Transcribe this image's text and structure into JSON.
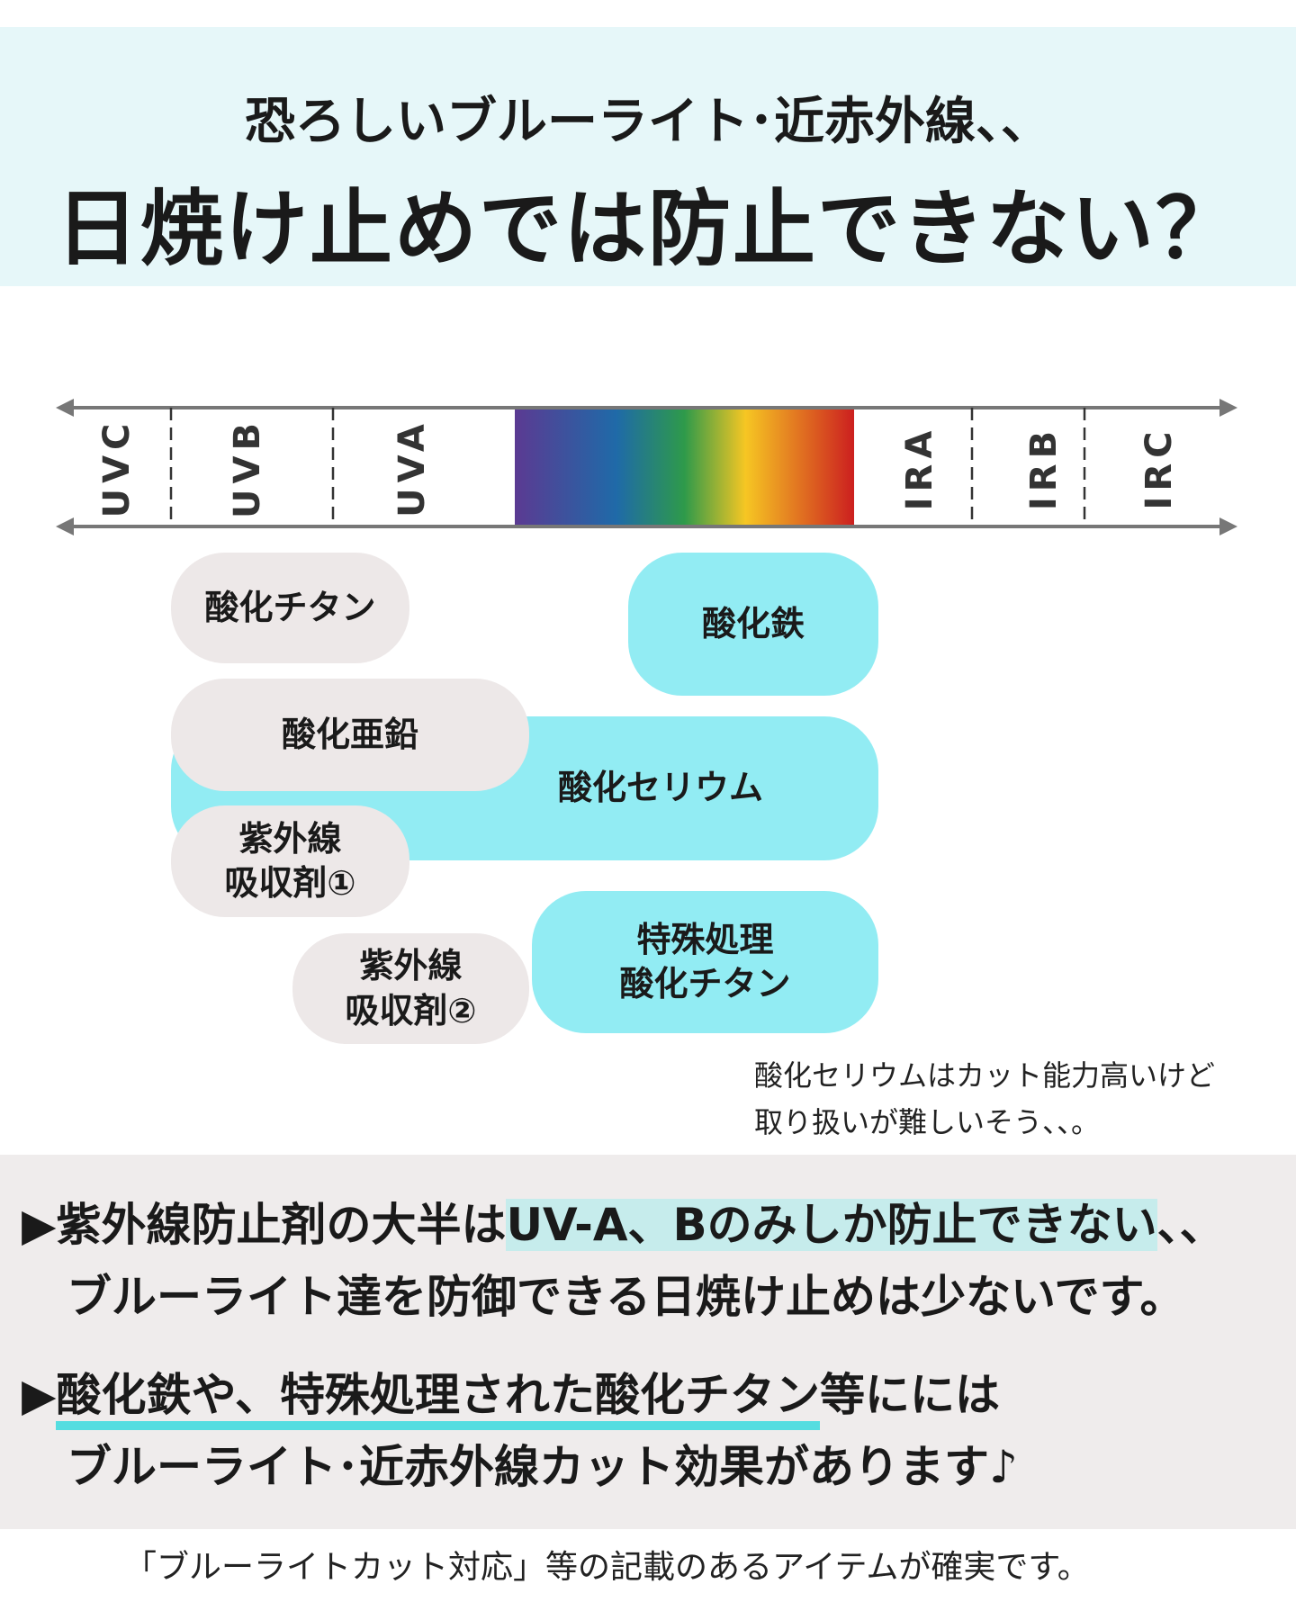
{
  "header": {
    "line1": "恐ろしいブルーライト･近赤外線、、",
    "line2": "日焼け止めでは防止できない？"
  },
  "spectrum": {
    "labels": [
      "UVC",
      "UVB",
      "UVA",
      "IRA",
      "IRB",
      "IRC"
    ],
    "colors": [
      "#5b3a92",
      "#1f6aa8",
      "#2e9a4a",
      "#f6c623",
      "#cc1f1f"
    ]
  },
  "pills": {
    "titanium": "酸化チタン",
    "iron": "酸化鉄",
    "zinc": "酸化亜鉛",
    "cerium": "酸化セリウム",
    "absorber1_l1": "紫外線",
    "absorber1_l2": "吸収剤①",
    "absorber2_l1": "紫外線",
    "absorber2_l2": "吸収剤②",
    "special_l1": "特殊処理",
    "special_l2": "酸化チタン"
  },
  "note": {
    "line1": "酸化セリウムはカット能力高いけど",
    "line2": "取り扱いが難しいそう、、。"
  },
  "points": {
    "p1_marker": "▶",
    "p1_a": "紫外線防止剤の大半は",
    "p1_hl": "UV-A、Bのみしか防止できない",
    "p1_b": "、、",
    "p1_line2": "ブルーライト達を防御できる日焼け止めは少ないです。",
    "p2_marker": "▶",
    "p2_ul": "酸化鉄や、特殊処理された酸化チタン",
    "p2_a": "等にには",
    "p2_line2": "ブルーライト･近赤外線カット効果があります♪"
  },
  "footer": "「ブルーライトカット対応」等の記載のあるアイテムが確実です。"
}
